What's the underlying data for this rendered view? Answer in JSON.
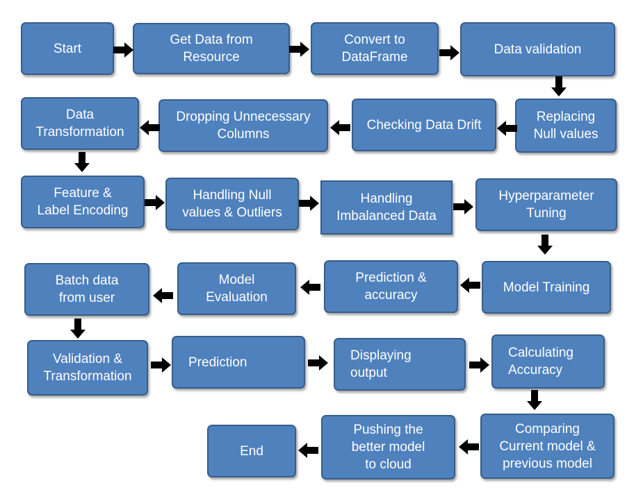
{
  "steps": [
    {
      "id": "start",
      "lines": [
        "Start"
      ]
    },
    {
      "id": "get-data",
      "lines": [
        "Get Data from",
        "Resource"
      ]
    },
    {
      "id": "convert",
      "lines": [
        "Convert to",
        "DataFrame"
      ]
    },
    {
      "id": "validation",
      "lines": [
        "Data validation"
      ]
    },
    {
      "id": "replace-null",
      "lines": [
        "Replacing",
        "Null values"
      ]
    },
    {
      "id": "drift",
      "lines": [
        "Checking Data Drift"
      ]
    },
    {
      "id": "drop-cols",
      "lines": [
        "Dropping Unnecessary",
        "Columns"
      ]
    },
    {
      "id": "transform",
      "lines": [
        "Data",
        "Transformation"
      ]
    },
    {
      "id": "encoding",
      "lines": [
        "Feature &",
        "Label Encoding"
      ]
    },
    {
      "id": "outliers",
      "lines": [
        "Handling Null",
        "values & Outliers"
      ]
    },
    {
      "id": "imbalanced",
      "lines": [
        "Handling",
        "Imbalanced Data"
      ]
    },
    {
      "id": "hyperparam",
      "lines": [
        "Hyperparameter",
        "Tuning"
      ]
    },
    {
      "id": "training",
      "lines": [
        "Model Training"
      ]
    },
    {
      "id": "pred-acc",
      "lines": [
        "Prediction &",
        "accuracy"
      ]
    },
    {
      "id": "evaluation",
      "lines": [
        "Model",
        "Evaluation"
      ]
    },
    {
      "id": "batch",
      "lines": [
        "Batch data",
        "from user"
      ]
    },
    {
      "id": "val-trans",
      "lines": [
        "Validation &",
        "Transformation"
      ]
    },
    {
      "id": "prediction",
      "lines": [
        "Prediction"
      ]
    },
    {
      "id": "display",
      "lines": [
        "Displaying",
        "output"
      ]
    },
    {
      "id": "calc-acc",
      "lines": [
        "Calculating",
        "Accuracy"
      ]
    },
    {
      "id": "compare",
      "lines": [
        "Comparing",
        "Current model &",
        "previous model"
      ]
    },
    {
      "id": "push",
      "lines": [
        "Pushing the",
        "better model",
        "to cloud"
      ]
    },
    {
      "id": "end",
      "lines": [
        "End"
      ]
    }
  ],
  "colors": {
    "box_fill": "#4f81bd",
    "box_border": "#385d8a",
    "text": "#ffffff",
    "arrow": "#000000"
  }
}
